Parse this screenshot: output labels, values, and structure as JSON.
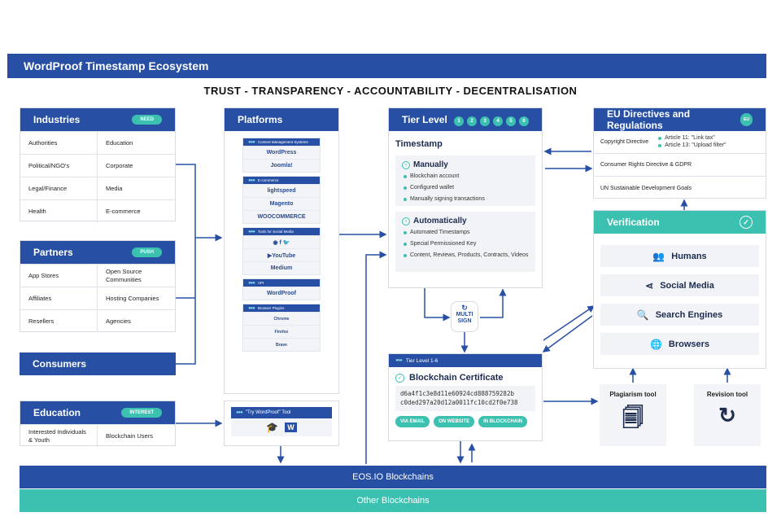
{
  "title": "WordProof Timestamp Ecosystem",
  "subtitle": "TRUST - TRANSPARENCY - ACCOUNTABILITY - DECENTRALISATION",
  "industries": {
    "title": "Industries",
    "badge": "NEED",
    "cells": [
      "Authorities",
      "Education",
      "Political/NGO's",
      "Corporate",
      "Legal/Finance",
      "Media",
      "Health",
      "E-commerce"
    ]
  },
  "partners": {
    "title": "Partners",
    "badge": "PUSH",
    "cells": [
      "App Stores",
      "Open Source Communities",
      "Affiliates",
      "Hosting Companies",
      "Resellers",
      "Agencies"
    ]
  },
  "consumers": {
    "title": "Consumers"
  },
  "education": {
    "title": "Education",
    "badge": "INTEREST",
    "cells": [
      "Interested Individuals & Youth",
      "Blockchain Users"
    ]
  },
  "platforms": {
    "title": "Platforms",
    "categories": [
      {
        "label": "Content Management Systems",
        "logos": [
          "WordPress",
          "Joomla!"
        ]
      },
      {
        "label": "E-commerce",
        "logos": [
          "lightspeed",
          "Magento",
          "WOOCOMMERCE"
        ]
      },
      {
        "label": "Tools for Social Media",
        "logos": [
          "◉ f 🐦",
          "▶YouTube",
          "Medium"
        ]
      },
      {
        "label": "API",
        "logos": [
          "WordProof"
        ]
      },
      {
        "label": "Browser Plugins",
        "logos": [
          "Chrome",
          "Firefox",
          "Brave"
        ]
      }
    ],
    "try_tool": "\"Try WordProof\" Tool"
  },
  "tier": {
    "title": "Tier Level",
    "levels": [
      "1",
      "2",
      "3",
      "4",
      "5",
      "6"
    ],
    "timestamp": "Timestamp",
    "manually": {
      "title": "Manually",
      "items": [
        "Blockchain account",
        "Configured wallet",
        "Manually signing transactions"
      ]
    },
    "automatically": {
      "title": "Automatically",
      "items": [
        "Automated Timestamps",
        "Special Permissioned Key",
        "Content, Reviews, Products, Contracts, Videos"
      ]
    }
  },
  "multisign": {
    "line1": "MULTI",
    "line2": "SIGN"
  },
  "certificate": {
    "tier_label": "Tier Level 1-6",
    "title": "Blockchain Certificate",
    "hash1": "d6a4f1c3e8d11e60924cd888759282b",
    "hash2": "c0ded297a20d12a0011fc10cd2f0e738",
    "buttons": [
      "VIA EMAIL",
      "ON WEBSITE",
      "IN BLOCKCHAIN"
    ]
  },
  "eu": {
    "title": "EU Directives and Regulations",
    "badge": "EU",
    "copyright": "Copyright Directive",
    "article11": "Article 11: \"Link tax\"",
    "article13": "Article 13: \"Upload filter\"",
    "consumer": "Consumer Rights Directive & GDPR",
    "un": "UN Sustainable Development Goals"
  },
  "verification": {
    "title": "Verification",
    "items": [
      {
        "label": "Humans",
        "icon": "users-icon"
      },
      {
        "label": "Social Media",
        "icon": "share-icon"
      },
      {
        "label": "Search Engines",
        "icon": "search-icon"
      },
      {
        "label": "Browsers",
        "icon": "globe-icon"
      }
    ]
  },
  "tools": {
    "plagiarism": "Plagiarism tool",
    "revision": "Revision tool"
  },
  "chains": {
    "eos": "EOS.IO Blockchains",
    "other": "Other Blockchains"
  },
  "colors": {
    "blue": "#2750a5",
    "teal": "#3cc1b0"
  }
}
